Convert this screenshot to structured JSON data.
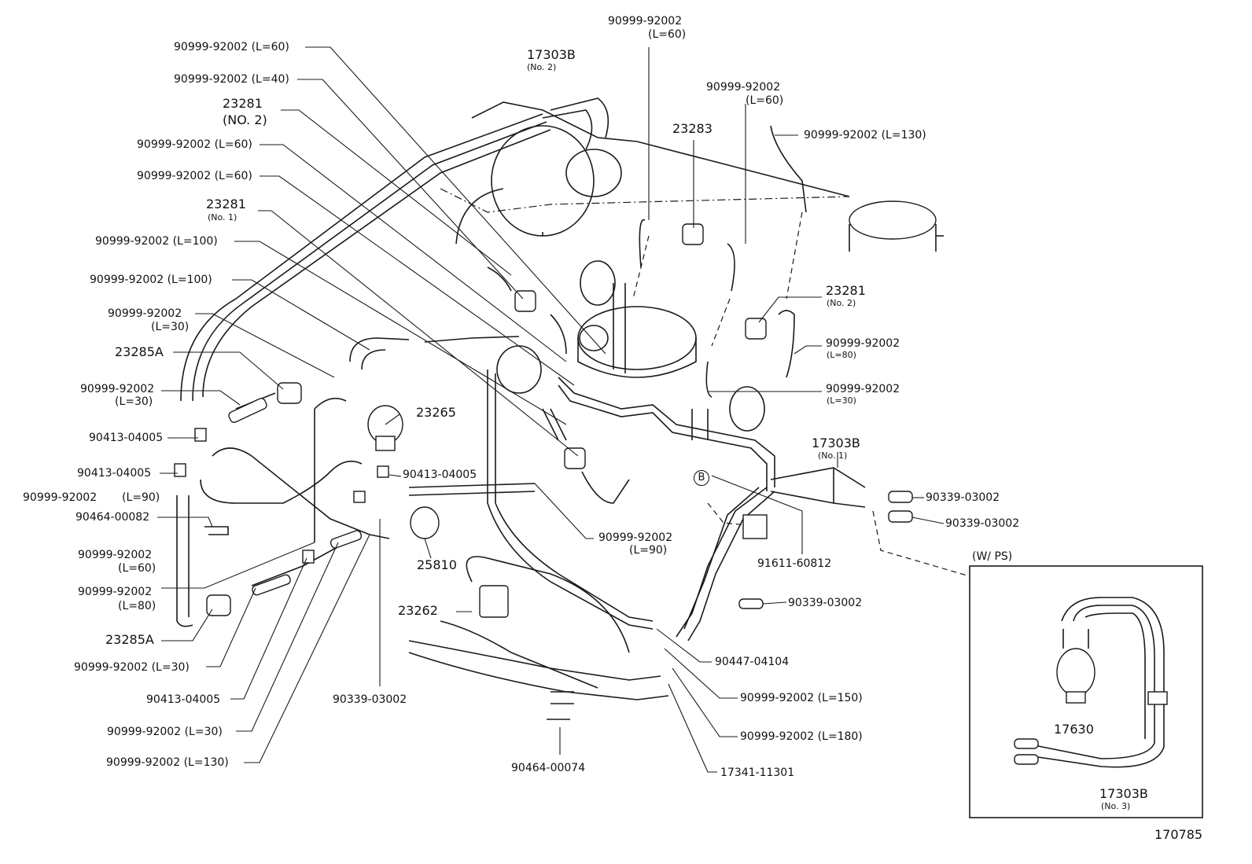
{
  "labels": {
    "hose_l60_top": "90999-92002 (L=60)",
    "hose_l40": "90999-92002 (L=40)",
    "valve_23281_no2_upper": "23281",
    "valve_23281_no2_upper_sub": "(NO. 2)",
    "hose_l60_b": "90999-92002 (L=60)",
    "hose_l60_c": "90999-92002 (L=60)",
    "valve_23281_no1": "23281",
    "valve_23281_no1_sub": "(No. 1)",
    "hose_l100_a": "90999-92002 (L=100)",
    "hose_l100_b": "90999-92002 (L=100)",
    "hose_l30_a": "90999-92002",
    "hose_l30_a_sub": "(L=30)",
    "filter_23285a_upper": "23285A",
    "hose_l30_b": "90999-92002",
    "hose_l30_b_sub": "(L=30)",
    "tee_90413_a": "90413-04005",
    "tee_90413_b": "90413-04005",
    "hose_l90_left": "90999-92002",
    "hose_l90_left_sub": "(L=90)",
    "clamp_90464_00082": "90464-00082",
    "hose_l60_left": "90999-92002",
    "hose_l60_left_sub": "(L=60)",
    "hose_l80_left": "90999-92002",
    "hose_l80_left_sub": "(L=80)",
    "filter_23285a_lower": "23285A",
    "hose_l30_c": "90999-92002 (L=30)",
    "tee_90413_c": "90413-04005",
    "hose_l30_d": "90999-92002 (L=30)",
    "hose_l130_left": "90999-92002 (L=130)",
    "vsv_17303b_no2": "17303B",
    "vsv_17303b_no2_sub": "(No. 2)",
    "hose_l60_topmid": "90999-92002",
    "hose_l60_topmid_sub": "(L=60)",
    "valve_23283": "23283",
    "hose_l60_mid": "90999-92002",
    "hose_l60_mid_sub": "(L=60)",
    "hose_l130_right": "90999-92002 (L=130)",
    "valve_23281_no2_right": "23281",
    "valve_23281_no2_right_sub": "(No. 2)",
    "hose_l80_right": "90999-92002",
    "hose_l80_right_sub": "(L=80)",
    "hose_l30_right": "90999-92002",
    "hose_l30_right_sub": "(L=30)",
    "switch_23265": "23265",
    "tee_90413_mid": "90413-04005",
    "sensor_25810": "25810",
    "hose_l90_mid": "90999-92002",
    "hose_l90_mid_sub": "(L=90)",
    "vsv_17303b_no1": "17303B",
    "vsv_17303b_no1_sub": "(No. 1)",
    "marker_b": "B",
    "plug_90339_a": "90339-03002",
    "plug_90339_b": "90339-03002",
    "bolt_91611": "91611-60812",
    "plug_90339_c": "90339-03002",
    "switch_23262": "23262",
    "clamp_90447": "90447-04104",
    "hose_l150": "90999-92002 (L=150)",
    "hose_l180": "90999-92002 (L=180)",
    "pipe_17341": "17341-11301",
    "plug_90339_bottom": "90339-03002",
    "clamp_90464_00074": "90464-00074",
    "inset_title": "(W/ PS)",
    "switch_17630": "17630",
    "vsv_17303b_no3": "17303B",
    "vsv_17303b_no3_sub": "(No. 3)",
    "figure_number": "170785"
  }
}
